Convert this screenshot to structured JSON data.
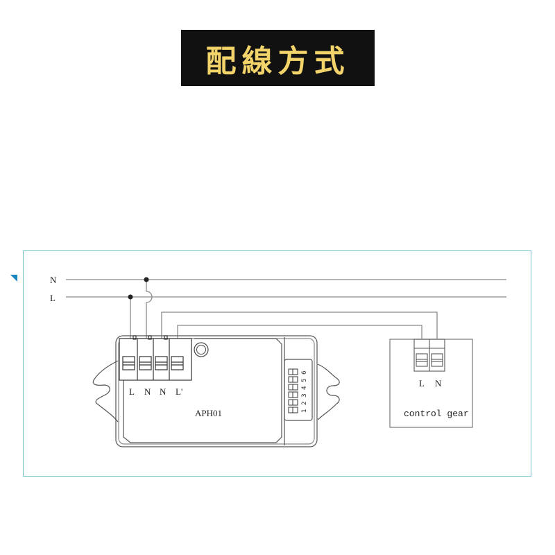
{
  "header": {
    "title": "配線方式",
    "title_color": "#f2d46a",
    "background": "#111111"
  },
  "diagram": {
    "frame_color": "#7cc3d6",
    "accent_marker_color": "#1a86c0",
    "bus_lines": [
      {
        "label": "N"
      },
      {
        "label": "L"
      }
    ],
    "sensor": {
      "model": "APH01",
      "terminals": [
        "L",
        "N",
        "N",
        "L'"
      ],
      "dip_switch_numbers": [
        "1",
        "2",
        "3",
        "4",
        "5",
        "6"
      ]
    },
    "control_gear": {
      "label": "control gear",
      "terminals": [
        "L",
        "N"
      ]
    }
  }
}
